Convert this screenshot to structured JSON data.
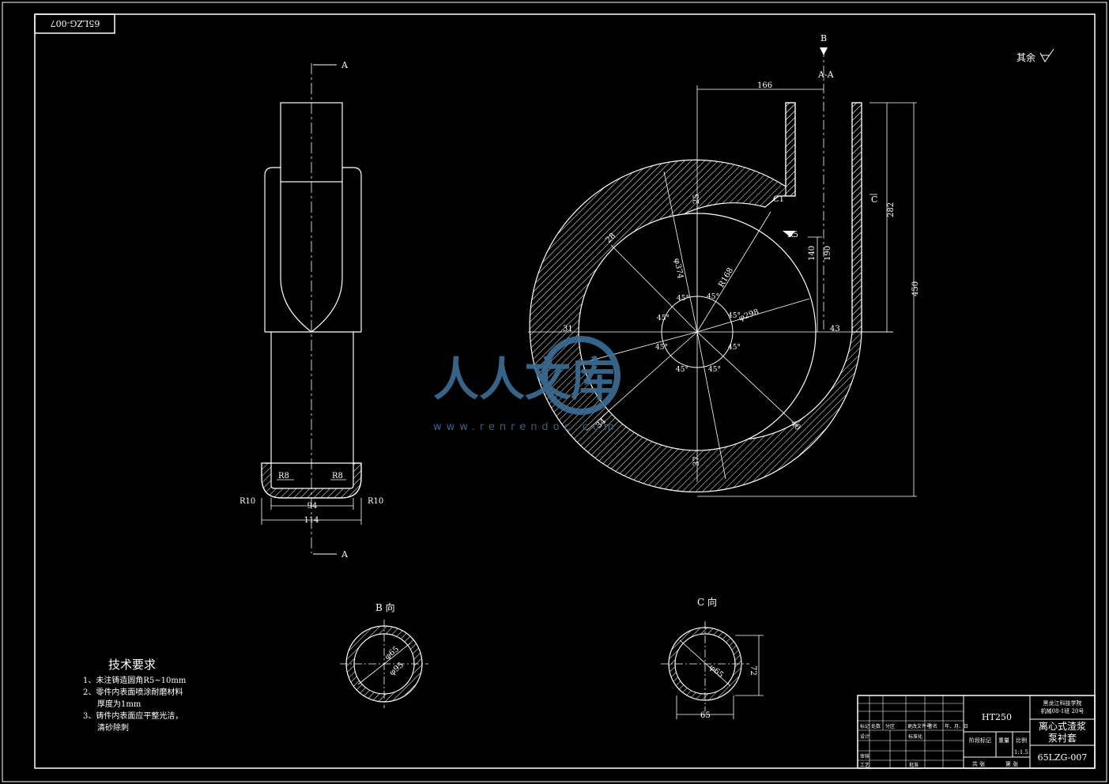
{
  "drawing": {
    "code_mirrored": "65LZG-007",
    "surface_note": "其余",
    "section_marks": {
      "a": "A",
      "b": "B",
      "c": "C",
      "section_aa": "A-A"
    },
    "views": {
      "b_view": "B 向",
      "c_view": "C 向"
    }
  },
  "dimensions": {
    "side": {
      "r8_left": "R8",
      "r8_right": "R8",
      "r10_left": "R10",
      "r10_right": "R10",
      "w94": "94",
      "w114": "114"
    },
    "main": {
      "d166": "166",
      "d282": "282",
      "d450": "450",
      "d140": "140",
      "d190": "190",
      "d43": "43",
      "d31": "31",
      "d25": "25",
      "d28": "28",
      "d37": "37",
      "d40": "40",
      "d34": "34",
      "phi374": "φ374",
      "r168": "R168",
      "phi298": "φ298",
      "a45_1": "45°",
      "a45_2": "45°",
      "a45_3": "45°",
      "a45_4": "45°",
      "a45_5": "45°",
      "a45_6": "45°",
      "a45_7": "45°",
      "a45_8": "45°",
      "c1": "C1",
      "r5": "R5"
    },
    "b_view": {
      "phi65": "φ65",
      "phi95": "φ95"
    },
    "c_view": {
      "phi65": "φ65",
      "h72": "72",
      "w65": "65"
    }
  },
  "tech": {
    "title": "技术要求",
    "lines": [
      "1、未注铸造圆角R5~10mm",
      "2、零件内表面喷涂耐磨材料",
      "厚度为1mm",
      "3、铸件内表面应平整光洁，",
      "清砂除刺"
    ]
  },
  "title_block": {
    "material": "HT250",
    "school": "黑龙江科技学院",
    "class_info": "机械08-1班 20号",
    "part_name_1": "离心式渣浆",
    "part_name_2": "泵衬套",
    "drawing_no": "65LZG-007",
    "scale": "1:1.5",
    "stage_label": "阶段标记",
    "weight_label": "重量",
    "scale_label": "比例",
    "sheets": "共 张",
    "sheet": "第 张",
    "row_labels": [
      "标记",
      "处数",
      "分区",
      "更改文件号",
      "签名",
      "年、月、日"
    ],
    "design": "设计",
    "review": "审核",
    "process": "工艺",
    "approve": "批准",
    "std": "标准化"
  },
  "watermark": {
    "text": "人人文库",
    "url": "www.renrendoc.com"
  }
}
